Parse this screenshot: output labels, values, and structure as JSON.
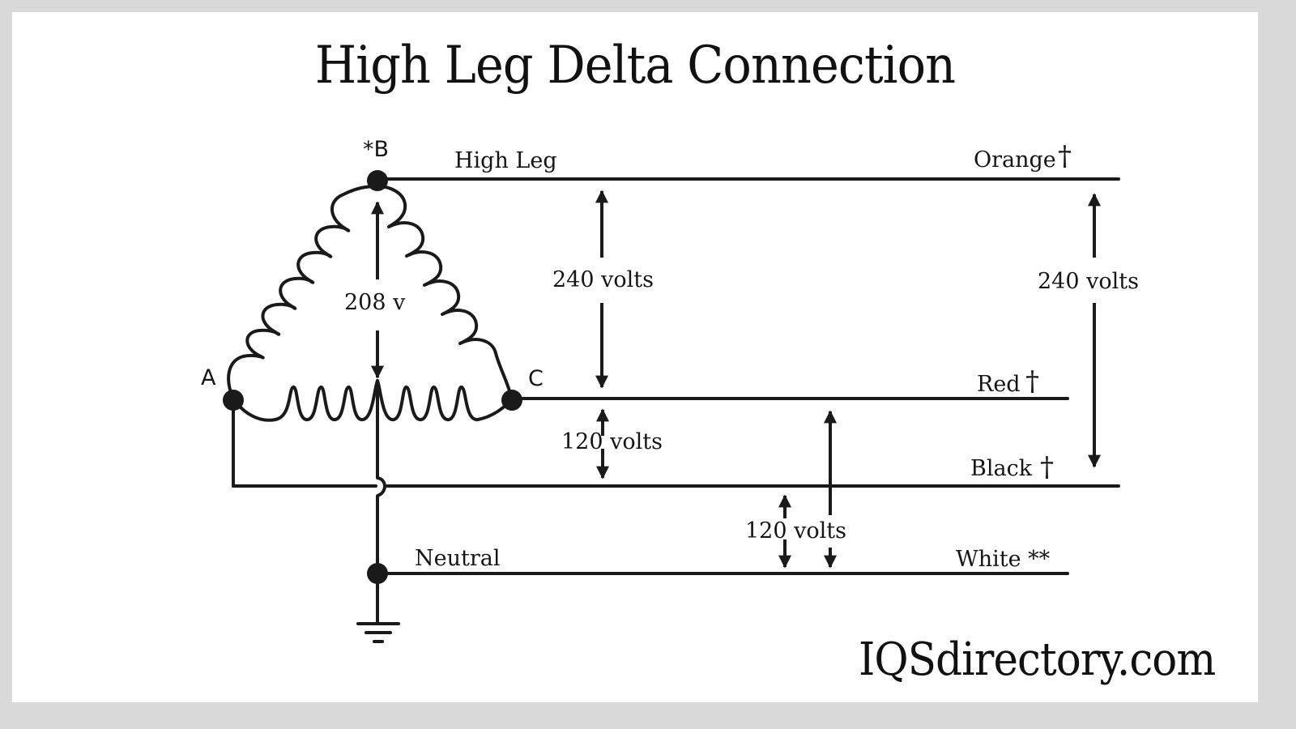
{
  "title": "High Leg Delta Connection",
  "watermark": "IQSdirectory.com",
  "colors": {
    "frame": "#d9d9d9",
    "background": "#ffffff",
    "ink": "#1a1a1a"
  },
  "nodes": {
    "a": "A",
    "b": "*B",
    "c": "C"
  },
  "lines": {
    "high_leg": "High Leg",
    "neutral": "Neutral",
    "orange": "Orange",
    "red": "Red",
    "black": "Black",
    "white": "White **"
  },
  "markers": {
    "dagger": "†"
  },
  "voltages": {
    "b_to_neutral": "208 v",
    "high_to_red": "240 volts",
    "orange_to_black": "240 volts",
    "red_to_black": "120 volts",
    "black_to_neutral": "120 volts"
  }
}
